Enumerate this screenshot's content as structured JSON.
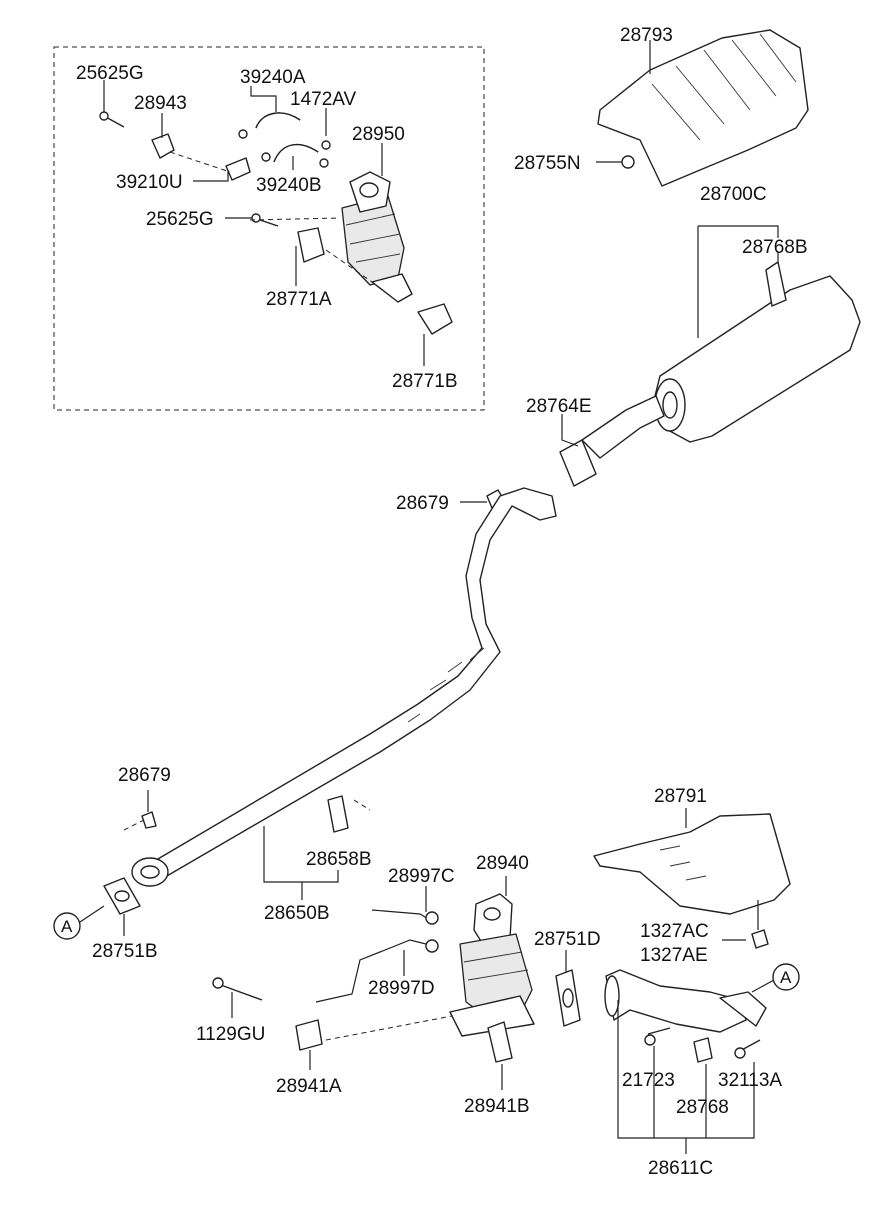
{
  "labels": {
    "p25625g_top": "25625G",
    "p28943": "28943",
    "p39240a": "39240A",
    "p1472av": "1472AV",
    "p28950": "28950",
    "p39210u": "39210U",
    "p39240b": "39240B",
    "p25625g_mid": "25625G",
    "p28771a": "28771A",
    "p28771b": "28771B",
    "p28793": "28793",
    "p28755n": "28755N",
    "p28700c": "28700C",
    "p28768b": "28768B",
    "p28764e": "28764E",
    "p28679_up": "28679",
    "p28679_low": "28679",
    "p28658b": "28658B",
    "p28650b": "28650B",
    "p28751b": "28751B",
    "p28997c": "28997C",
    "p28940": "28940",
    "p28751d": "28751D",
    "p28791": "28791",
    "p1327ac": "1327AC",
    "p1327ae": "1327AE",
    "p28997d": "28997D",
    "p1129gu": "1129GU",
    "p28941a": "28941A",
    "p28941b": "28941B",
    "p21723": "21723",
    "p28768": "28768",
    "p32113a": "32113A",
    "p28611c": "28611C",
    "ref_a_left": "A",
    "ref_a_right": "A"
  },
  "colors": {
    "line": "#222222",
    "part_fill": "#e9e9e9",
    "background": "#ffffff"
  }
}
